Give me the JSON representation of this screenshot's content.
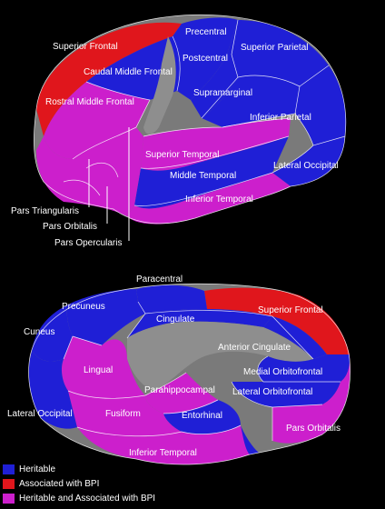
{
  "colors": {
    "heritable": "#1f1fd6",
    "associated": "#e0161c",
    "both": "#cc1fcc",
    "gray": "#8a8a8a"
  },
  "lateral_labels": {
    "superior_frontal": "Superior Frontal",
    "precentral": "Precentral",
    "superior_parietal": "Superior Parietal",
    "caudal_middle_frontal": "Caudal Middle Frontal",
    "postcentral": "Postcentral",
    "rostral_middle_frontal": "Rostral Middle Frontal",
    "supramarginal": "Supramarginal",
    "inferior_parietal": "Inferior Parietal",
    "superior_temporal": "Superior Temporal",
    "middle_temporal": "Middle Temporal",
    "lateral_occipital": "Lateral Occipital",
    "inferior_temporal": "Inferior Temporal",
    "pars_triangularis": "Pars Triangularis",
    "pars_orbitalis": "Pars Orbitalis",
    "pars_opercularis": "Pars Opercularis"
  },
  "medial_labels": {
    "paracentral": "Paracentral",
    "precuneus": "Precuneus",
    "superior_frontal": "Superior Frontal",
    "cuneus": "Cuneus",
    "cingulate": "Cingulate",
    "anterior_cingulate": "Anterior Cingulate",
    "lingual": "Lingual",
    "medial_orbitofrontal": "Medial Orbitofrontal",
    "parahippocampal": "Parahippocampal",
    "lateral_orbitofrontal": "Lateral Orbitofrontal",
    "lateral_occipital": "Lateral Occipital",
    "fusiform": "Fusiform",
    "entorhinal": "Entorhinal",
    "pars_orbitalis": "Pars Orbitalis",
    "inferior_temporal": "Inferior Temporal"
  },
  "legend": [
    {
      "label": "Heritable",
      "color": "#1f1fd6"
    },
    {
      "label": "Associated with BPI",
      "color": "#e0161c"
    },
    {
      "label": "Heritable and Associated with BPI",
      "color": "#cc1fcc"
    }
  ]
}
